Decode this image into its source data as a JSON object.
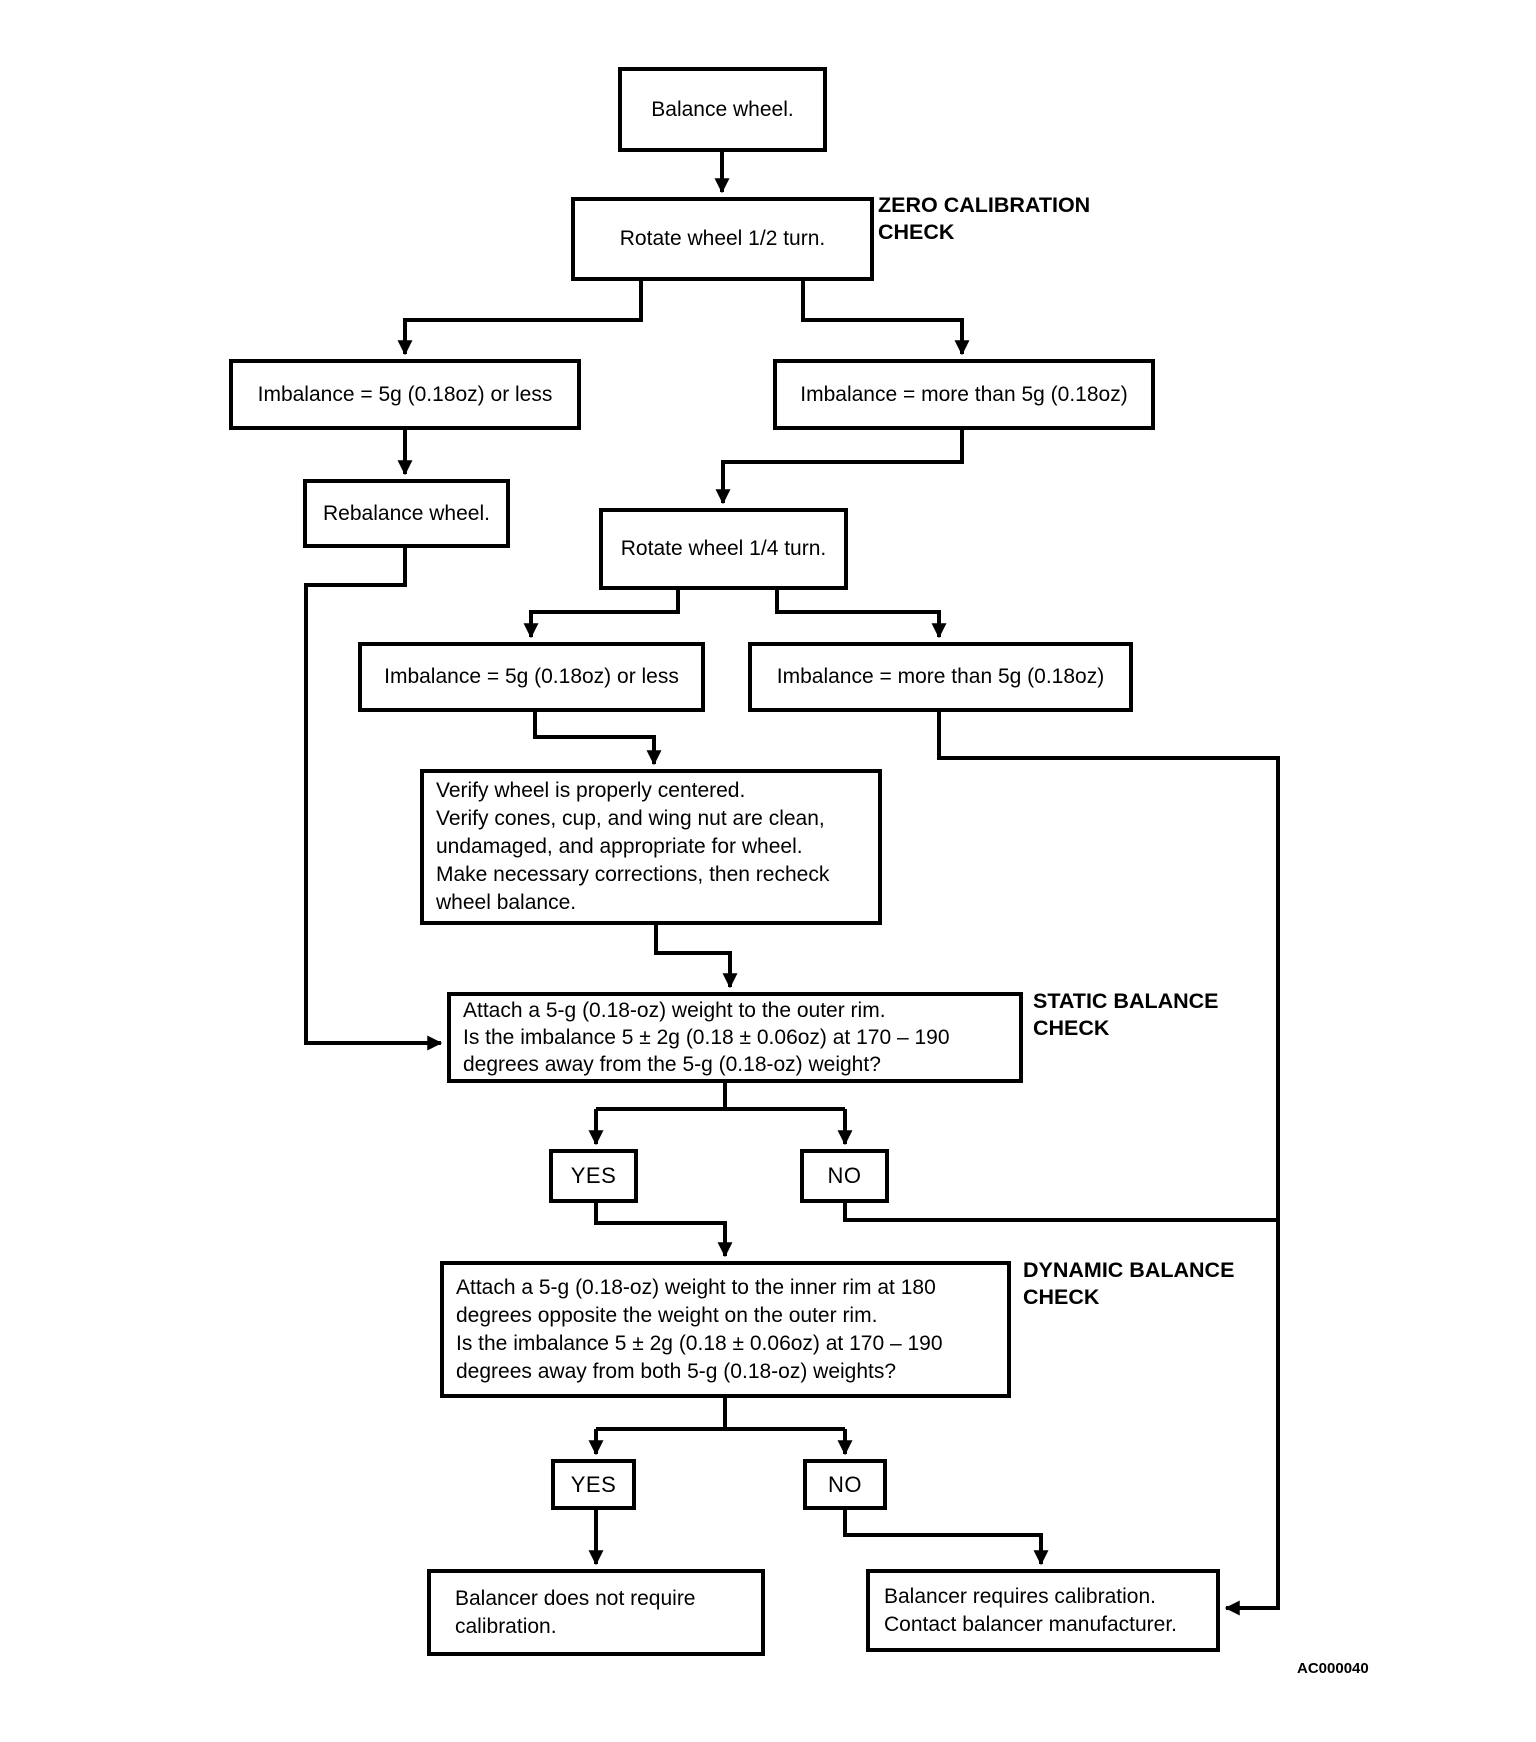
{
  "diagram": {
    "figure_code": "AC000040",
    "section_labels": {
      "zero_calibration": "ZERO CALIBRATION\nCHECK",
      "static_balance": "STATIC BALANCE\nCHECK",
      "dynamic_balance": "DYNAMIC BALANCE\nCHECK"
    },
    "nodes": {
      "balance_wheel": "Balance wheel.",
      "rotate_half_turn": "Rotate wheel 1/2 turn.",
      "imbalance1_less": "Imbalance = 5g (0.18oz) or less",
      "imbalance1_more": "Imbalance = more than 5g (0.18oz)",
      "rebalance_wheel": "Rebalance wheel.",
      "rotate_quarter_turn": "Rotate wheel 1/4 turn.",
      "imbalance2_less": "Imbalance = 5g (0.18oz) or less",
      "imbalance2_more": "Imbalance = more than 5g (0.18oz)",
      "verify_wheel": "Verify wheel is properly centered.\nVerify cones, cup, and wing nut are clean,\nundamaged, and appropriate for wheel.\nMake necessary corrections, then recheck\nwheel balance.",
      "static_check_question": "Attach a 5-g (0.18-oz) weight to the outer rim.\nIs the imbalance 5 ± 2g (0.18 ± 0.06oz) at 170 – 190\ndegrees away from the 5-g (0.18-oz) weight?",
      "static_yes": "YES",
      "static_no": "NO",
      "dynamic_check_question": "Attach a 5-g (0.18-oz) weight to the inner rim at 180\ndegrees opposite the weight on the outer rim.\nIs the imbalance 5 ± 2g (0.18 ± 0.06oz) at 170 – 190\ndegrees away from both 5-g (0.18-oz) weights?",
      "dynamic_yes": "YES",
      "dynamic_no": "NO",
      "no_calibration_needed": "Balancer does not require\ncalibration.",
      "calibration_required": "Balancer requires calibration.\nContact balancer manufacturer."
    },
    "colors": {
      "ink": "#000000",
      "paper": "#ffffff"
    }
  }
}
